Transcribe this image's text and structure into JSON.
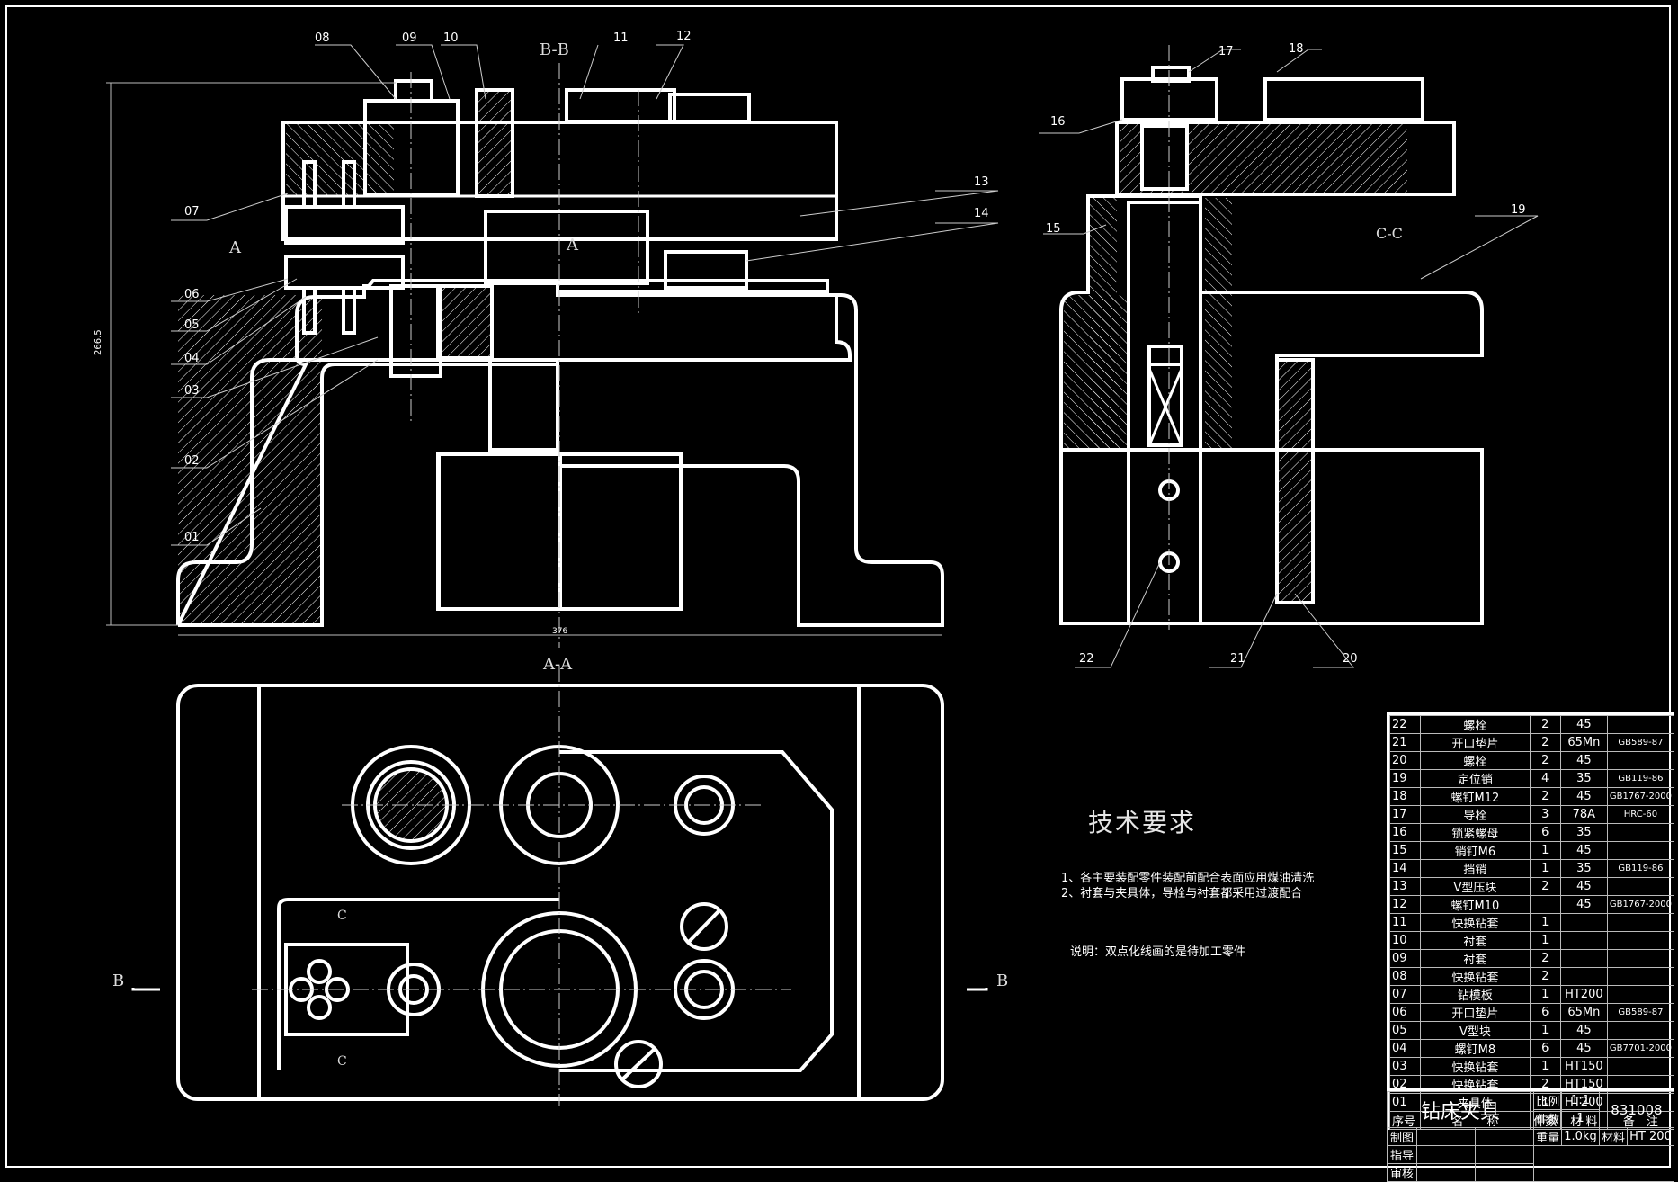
{
  "drawing": {
    "title": "钻床夹具",
    "drawing_number": "831008",
    "scale_label": "比例",
    "scale": "1:1",
    "qty_label": "件数",
    "qty": "1",
    "weight_label": "重量",
    "weight": "1.0kg",
    "material_label": "材料",
    "material": "HT 200",
    "roles": [
      "制图",
      "指导",
      "审核"
    ]
  },
  "views": {
    "section_bb": "B-B",
    "section_aa": "A-A",
    "section_cc": "C-C",
    "marker_a": "A",
    "marker_b": "B",
    "marker_c": "C"
  },
  "dimensions": {
    "height": "266.5",
    "width": "376"
  },
  "balloons": [
    "01",
    "02",
    "03",
    "04",
    "05",
    "06",
    "07",
    "08",
    "09",
    "10",
    "11",
    "12",
    "13",
    "14",
    "15",
    "16",
    "17",
    "18",
    "19",
    "20",
    "21",
    "22"
  ],
  "tech_requirements": {
    "title": "技术要求",
    "items": [
      "1、各主要装配零件装配前配合表面应用煤油清洗",
      "2、衬套与夹具体，导栓与衬套都采用过渡配合"
    ],
    "note": "说明：双点化线画的是待加工零件"
  },
  "bom": {
    "headers": [
      "序号",
      "名　　称",
      "件数",
      "材 料",
      "备　注"
    ],
    "rows": [
      [
        "22",
        "螺栓",
        "2",
        "45",
        ""
      ],
      [
        "21",
        "开口垫片",
        "2",
        "65Mn",
        "GB589-87"
      ],
      [
        "20",
        "螺栓",
        "2",
        "45",
        ""
      ],
      [
        "19",
        "定位销",
        "4",
        "35",
        "GB119-86"
      ],
      [
        "18",
        "螺钉M12",
        "2",
        "45",
        "GB1767-2000"
      ],
      [
        "17",
        "导栓",
        "3",
        "78A",
        "HRC-60"
      ],
      [
        "16",
        "锁紧螺母",
        "6",
        "35",
        ""
      ],
      [
        "15",
        "销钉M6",
        "1",
        "45",
        ""
      ],
      [
        "14",
        "挡销",
        "1",
        "35",
        "GB119-86"
      ],
      [
        "13",
        "V型压块",
        "2",
        "45",
        ""
      ],
      [
        "12",
        "螺钉M10",
        "",
        "45",
        "GB1767-2000"
      ],
      [
        "11",
        "快换钻套",
        "1",
        "",
        ""
      ],
      [
        "10",
        "衬套",
        "1",
        "",
        ""
      ],
      [
        "09",
        "衬套",
        "2",
        "",
        ""
      ],
      [
        "08",
        "快换钻套",
        "2",
        "",
        ""
      ],
      [
        "07",
        "钻模板",
        "1",
        "HT200",
        ""
      ],
      [
        "06",
        "开口垫片",
        "6",
        "65Mn",
        "GB589-87"
      ],
      [
        "05",
        "V型块",
        "1",
        "45",
        ""
      ],
      [
        "04",
        "螺钉M8",
        "6",
        "45",
        "GB7701-2000"
      ],
      [
        "03",
        "快换钻套",
        "1",
        "HT150",
        ""
      ],
      [
        "02",
        "快换钻套",
        "2",
        "HT150",
        ""
      ],
      [
        "01",
        "夹具体",
        "1",
        "HT200",
        ""
      ]
    ]
  }
}
